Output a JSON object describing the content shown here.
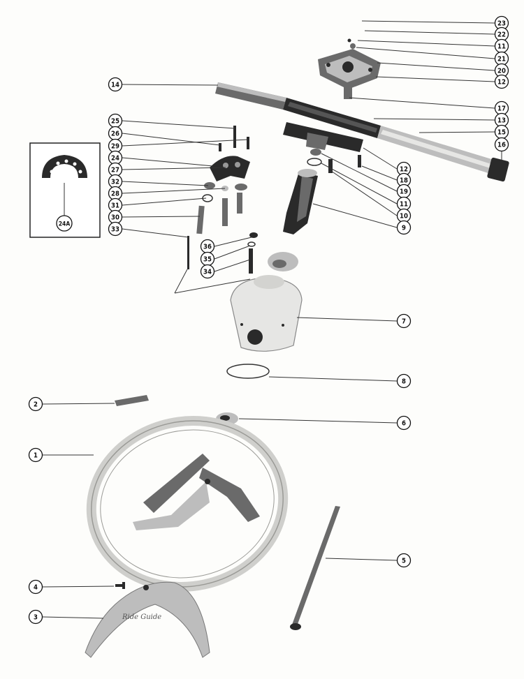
{
  "callouts": [
    {
      "id": "23",
      "label": "23"
    },
    {
      "id": "22",
      "label": "22"
    },
    {
      "id": "11a",
      "label": "11"
    },
    {
      "id": "21",
      "label": "21"
    },
    {
      "id": "20",
      "label": "20"
    },
    {
      "id": "12a",
      "label": "12"
    },
    {
      "id": "14",
      "label": "14"
    },
    {
      "id": "17",
      "label": "17"
    },
    {
      "id": "13",
      "label": "13"
    },
    {
      "id": "15",
      "label": "15"
    },
    {
      "id": "16",
      "label": "16"
    },
    {
      "id": "12b",
      "label": "12"
    },
    {
      "id": "18",
      "label": "18"
    },
    {
      "id": "19",
      "label": "19"
    },
    {
      "id": "11b",
      "label": "11"
    },
    {
      "id": "10",
      "label": "10"
    },
    {
      "id": "9",
      "label": "9"
    },
    {
      "id": "25",
      "label": "25"
    },
    {
      "id": "26",
      "label": "26"
    },
    {
      "id": "29",
      "label": "29"
    },
    {
      "id": "24",
      "label": "24"
    },
    {
      "id": "27",
      "label": "27"
    },
    {
      "id": "32",
      "label": "32"
    },
    {
      "id": "28",
      "label": "28"
    },
    {
      "id": "31",
      "label": "31"
    },
    {
      "id": "30",
      "label": "30"
    },
    {
      "id": "33",
      "label": "33"
    },
    {
      "id": "36",
      "label": "36"
    },
    {
      "id": "35",
      "label": "35"
    },
    {
      "id": "34",
      "label": "34"
    },
    {
      "id": "24A",
      "label": "24A"
    },
    {
      "id": "7",
      "label": "7"
    },
    {
      "id": "8",
      "label": "8"
    },
    {
      "id": "2",
      "label": "2"
    },
    {
      "id": "6",
      "label": "6"
    },
    {
      "id": "1",
      "label": "1"
    },
    {
      "id": "5",
      "label": "5"
    },
    {
      "id": "4",
      "label": "4"
    },
    {
      "id": "3",
      "label": "3"
    }
  ],
  "horn_button_script": "Ride Guide"
}
